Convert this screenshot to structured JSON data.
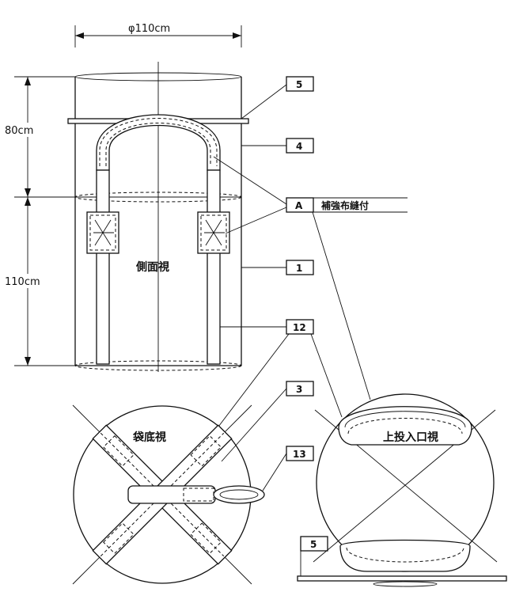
{
  "dimensions": {
    "diameter": "φ110cm",
    "upper_height": "80cm",
    "lower_height": "110cm"
  },
  "views": {
    "side": "側面視",
    "bottom": "袋底視",
    "top": "上投入口視"
  },
  "callouts": {
    "c5": "5",
    "c4": "4",
    "cA": "A",
    "cA_text": "補強布縫付",
    "c1": "1",
    "c12": "12",
    "c3": "3",
    "c13": "13",
    "c5b": "5"
  }
}
